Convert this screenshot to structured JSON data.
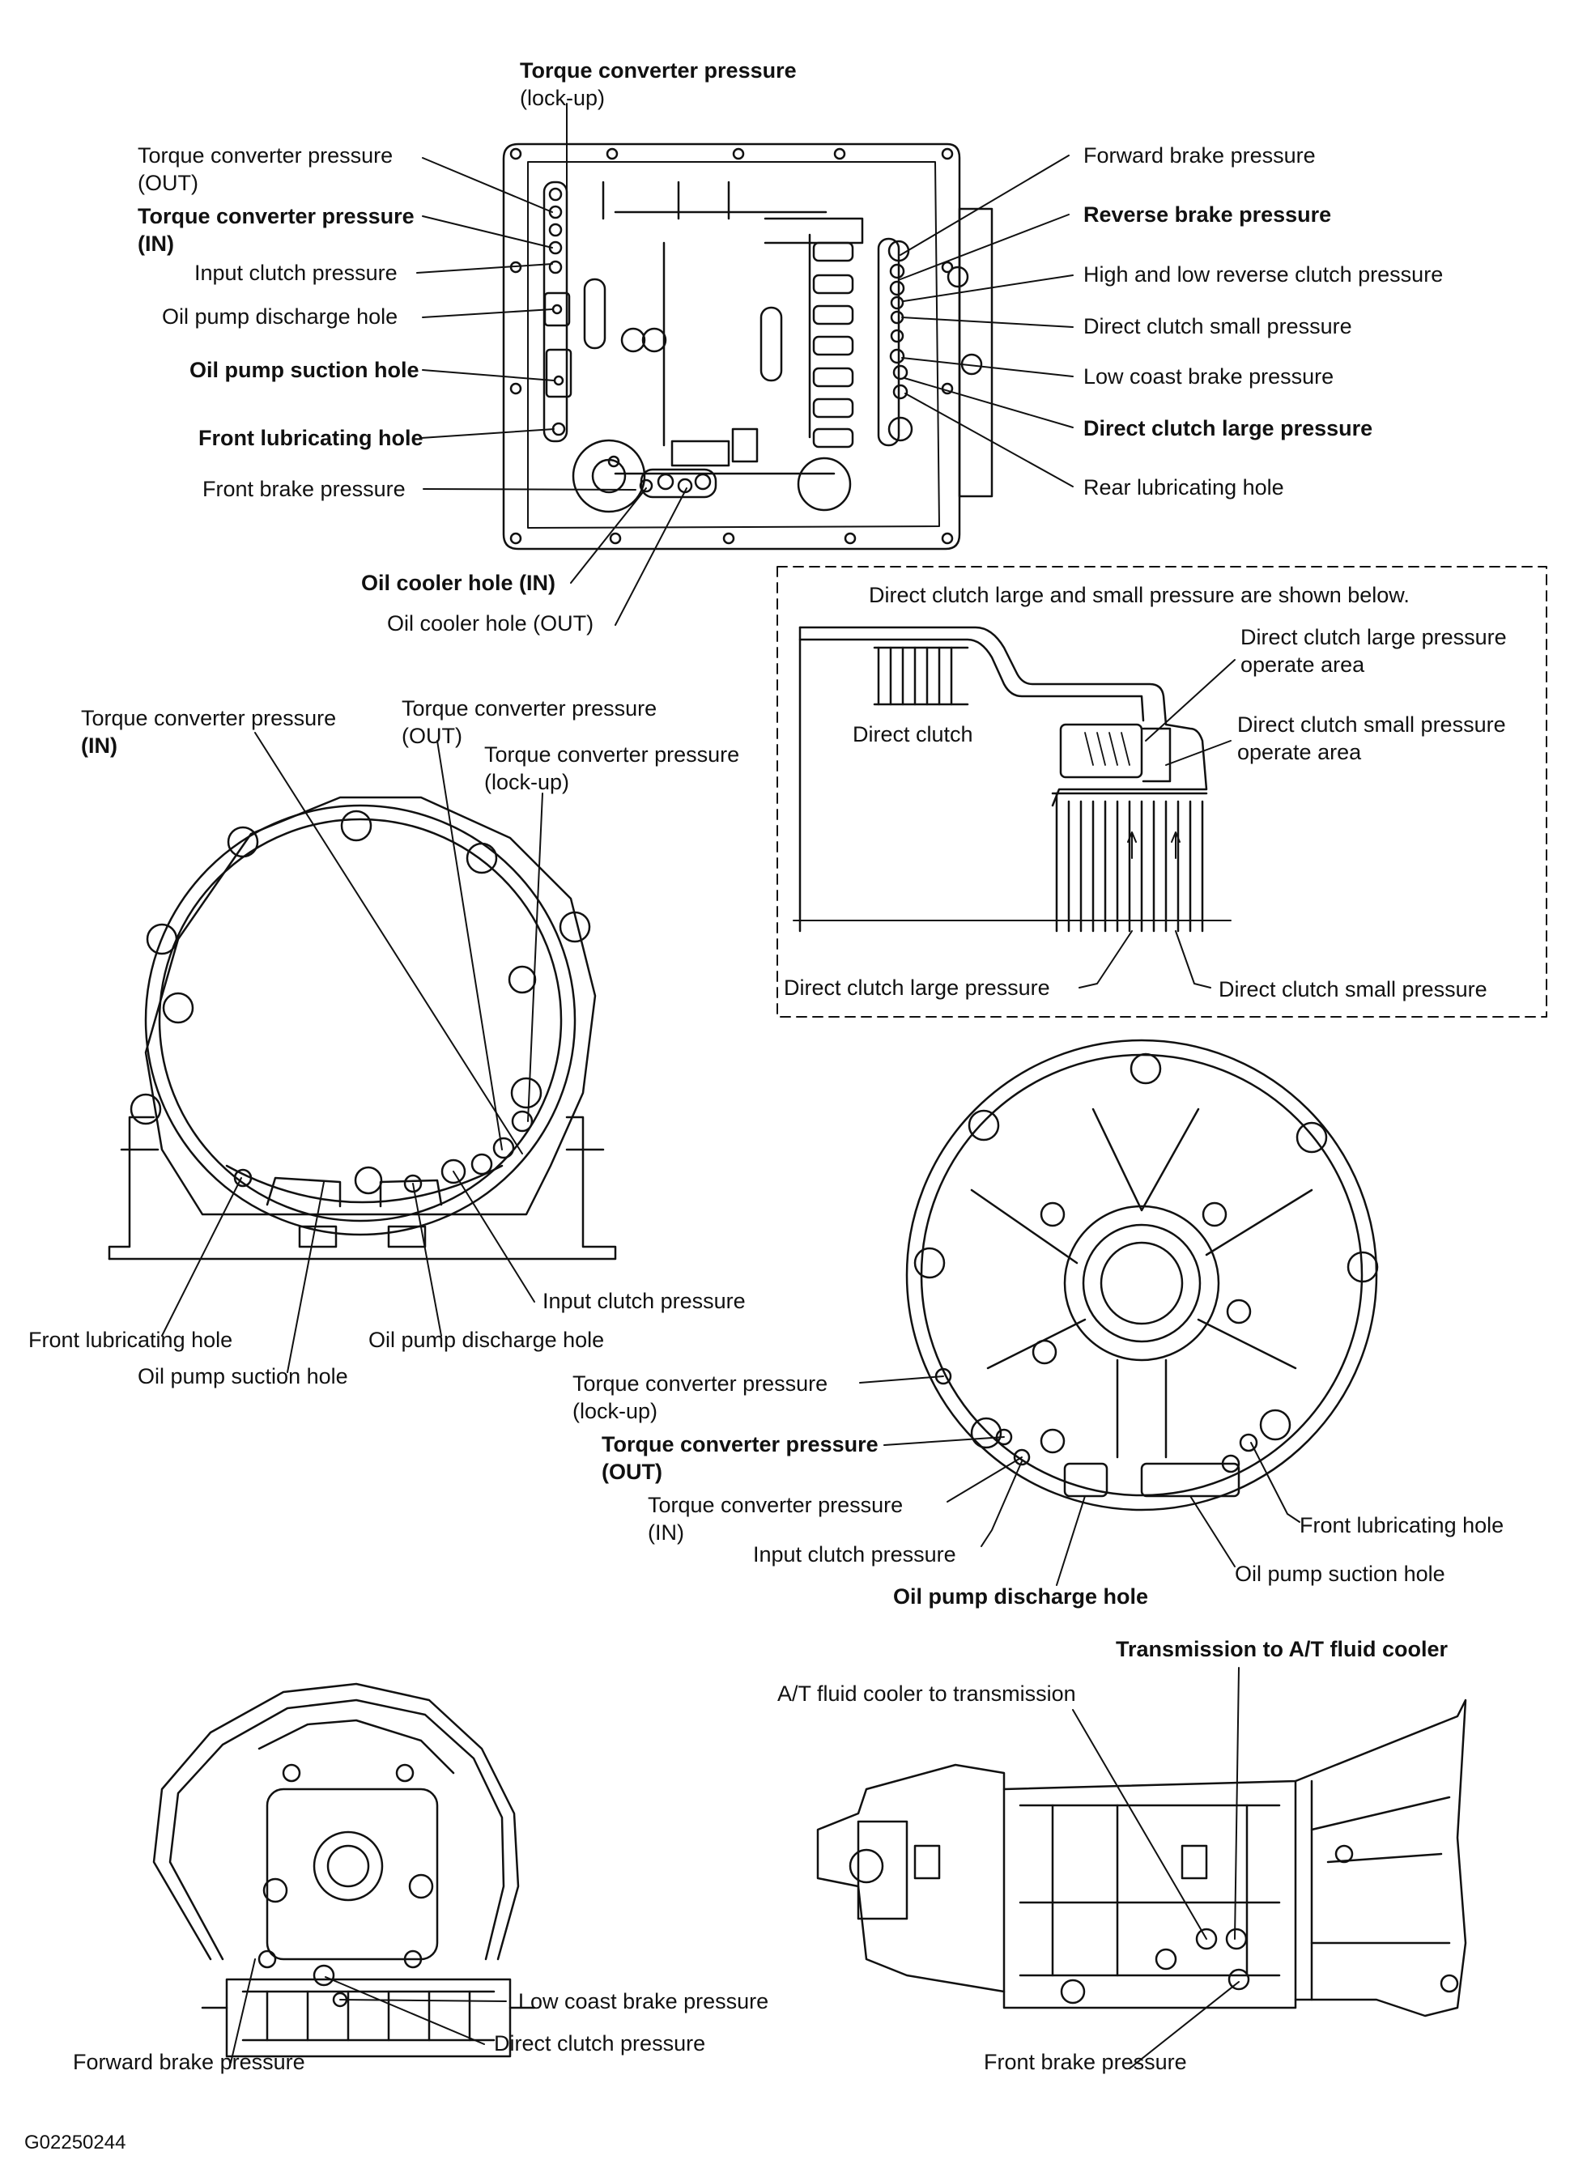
{
  "top_view": {
    "tc_lockup": [
      "Torque converter pressure",
      "(lock-up)"
    ],
    "tc_out": [
      "Torque converter pressure",
      "(OUT)"
    ],
    "tc_in": [
      "Torque converter pressure",
      "(IN)"
    ],
    "input_clutch": "Input clutch pressure",
    "pump_discharge": "Oil pump discharge hole",
    "pump_suction": "Oil pump suction hole",
    "front_lub": "Front lubricating hole",
    "front_brake": "Front brake pressure",
    "cooler_in": "Oil cooler hole (IN)",
    "cooler_out": "Oil cooler hole (OUT)",
    "fwd_brake": "Forward brake pressure",
    "rev_brake": "Reverse brake pressure",
    "hl_rev_clutch": "High and low reverse clutch pressure",
    "dc_small": "Direct clutch small pressure",
    "low_coast": "Low coast brake pressure",
    "dc_large": "Direct clutch large pressure",
    "rear_lub": "Rear lubricating hole"
  },
  "inset": {
    "heading": "Direct clutch large and small pressure are shown below.",
    "dc_large_area": [
      "Direct clutch large pressure",
      "operate area"
    ],
    "dc_small_area": [
      "Direct clutch small pressure",
      "operate area"
    ],
    "direct_clutch": "Direct clutch",
    "dc_large": "Direct clutch large pressure",
    "dc_small": "Direct clutch small pressure"
  },
  "bell_view": {
    "tc_in": [
      "Torque converter pressure",
      "(IN)"
    ],
    "tc_out": [
      "Torque converter pressure",
      "(OUT)"
    ],
    "tc_lockup": [
      "Torque converter pressure",
      "(lock-up)"
    ],
    "input_clutch": "Input clutch pressure",
    "front_lub": "Front lubricating hole",
    "pump_discharge": "Oil pump discharge hole",
    "pump_suction": "Oil pump suction hole"
  },
  "pump_view": {
    "tc_lockup": [
      "Torque converter pressure",
      "(lock-up)"
    ],
    "tc_out": [
      "Torque converter pressure",
      "(OUT)"
    ],
    "tc_in": [
      "Torque converter pressure",
      "(IN)"
    ],
    "input_clutch": "Input clutch pressure",
    "pump_discharge": "Oil pump discharge hole",
    "pump_suction": "Oil pump suction hole",
    "front_lub": "Front lubricating hole"
  },
  "rear_view": {
    "low_coast": "Low coast brake pressure",
    "direct_clutch": "Direct clutch pressure",
    "fwd_brake": "Forward brake pressure"
  },
  "side_view": {
    "trans_to_cooler": "Transmission to A/T fluid cooler",
    "cooler_to_trans": "A/T fluid cooler to transmission",
    "front_brake": "Front brake pressure"
  },
  "figure_id": "G02250244"
}
